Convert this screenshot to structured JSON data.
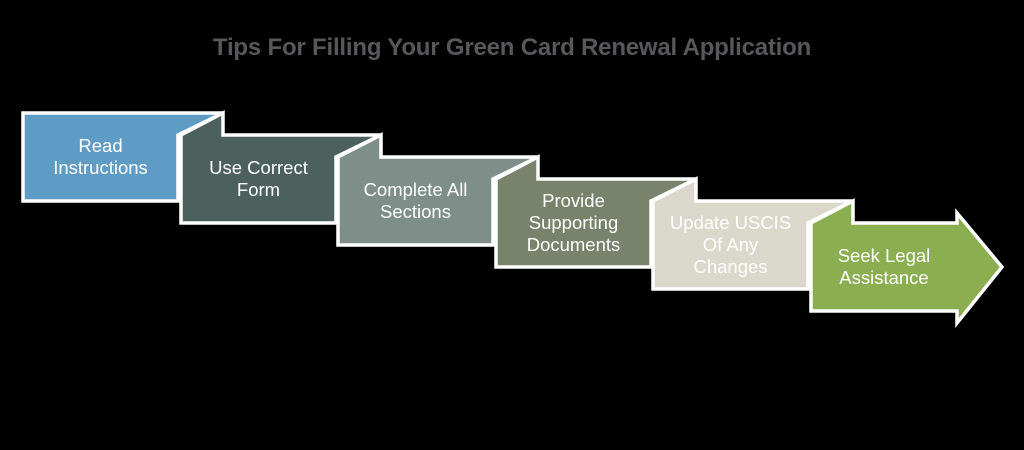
{
  "title": {
    "text": "Tips For Filling Your Green Card Renewal Application",
    "color": "#58585B"
  },
  "canvas": {
    "background": "#000000",
    "border_color": "#FFFFFF",
    "text_color": "#FFFFFF"
  },
  "steps": [
    {
      "id": 1,
      "shape": "folded-card",
      "color": "#5F9CC5",
      "label": "Read Instructions",
      "lines": [
        "Read",
        "Instructions"
      ]
    },
    {
      "id": 2,
      "shape": "folded-card",
      "color": "#4C615E",
      "label": "Use Correct Form",
      "lines": [
        "Use Correct",
        "Form"
      ]
    },
    {
      "id": 3,
      "shape": "folded-card",
      "color": "#7E8E89",
      "label": "Complete All Sections",
      "lines": [
        "Complete All",
        "Sections"
      ]
    },
    {
      "id": 4,
      "shape": "folded-card",
      "color": "#79826B",
      "label": "Provide Supporting Documents",
      "lines": [
        "Provide",
        "Supporting",
        "Documents"
      ]
    },
    {
      "id": 5,
      "shape": "folded-card",
      "color": "#D9D8CA",
      "label": "Update USCIS Of Any Changes",
      "lines": [
        "Update USCIS",
        "Of Any",
        "Changes"
      ]
    },
    {
      "id": 6,
      "shape": "arrow-right",
      "color": "#8BAE50",
      "label": "Seek Legal Assistance",
      "lines": [
        "Seek Legal",
        "Assistance"
      ]
    }
  ]
}
